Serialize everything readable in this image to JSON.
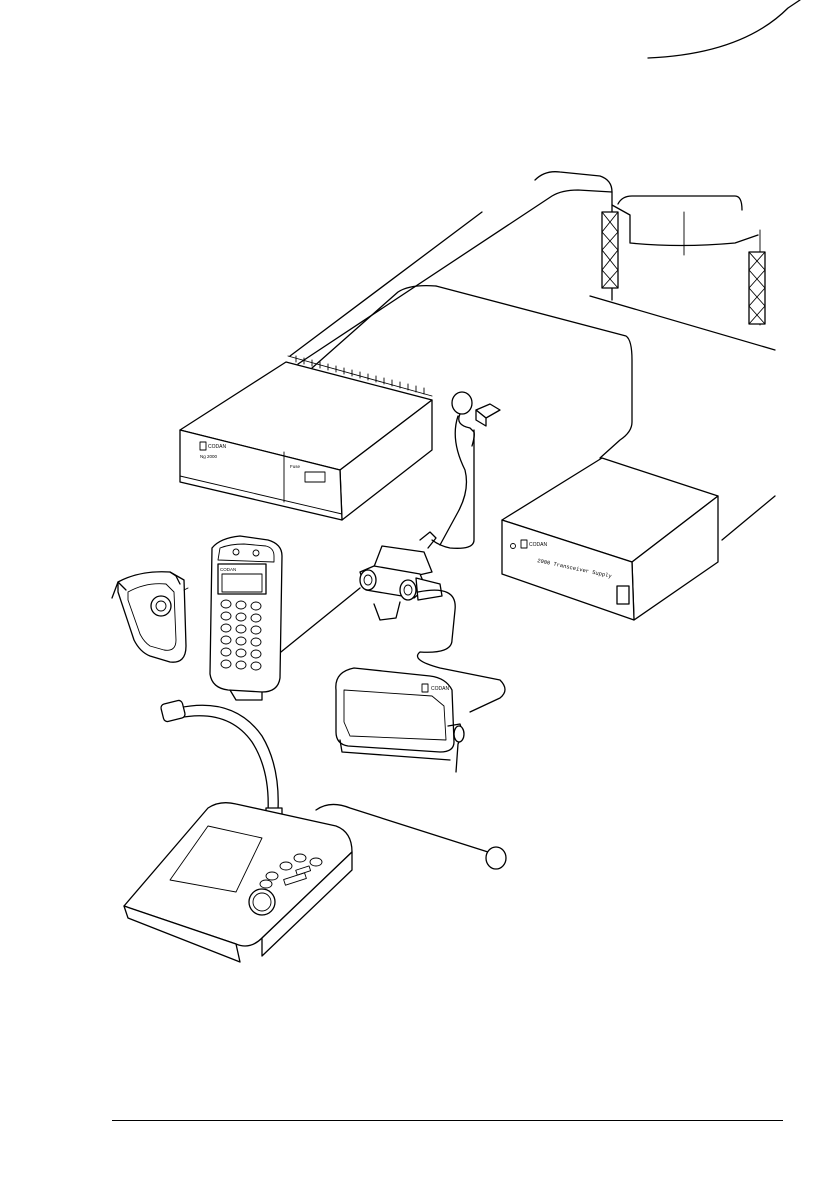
{
  "illustration": {
    "transceiver_front": {
      "logo_text": "CODAN",
      "model_text": "Ng 2000",
      "panel_text": "Fuse"
    },
    "power_supply_front": {
      "logo_text": "CODAN",
      "label_text": "2000 Transceiver Supply"
    },
    "speaker_front": {
      "logo_text": "CODAN"
    },
    "handset": {
      "logo_text": "CODAN"
    }
  }
}
